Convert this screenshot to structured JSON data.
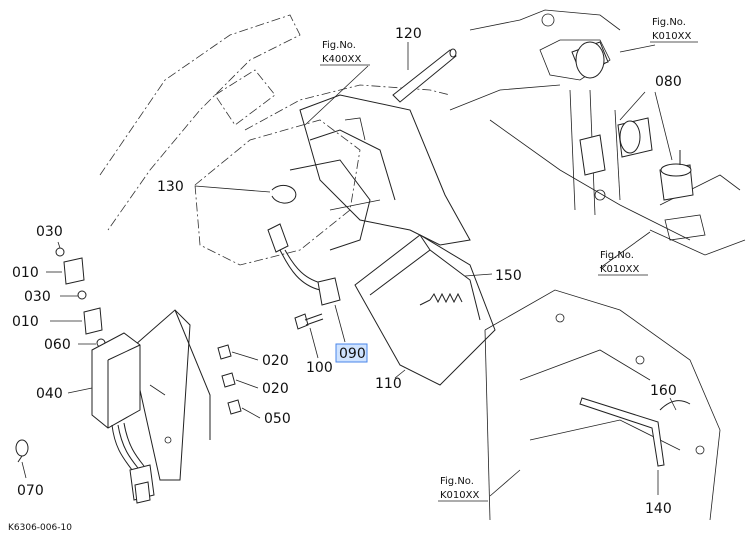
{
  "diagram": {
    "corner_code": "K6306-006-10",
    "highlighted_part": "090",
    "fig_refs": [
      {
        "id": "fig-k400",
        "label": "Fig.No.",
        "code": "K400XX"
      },
      {
        "id": "fig-k010-top",
        "label": "Fig.No.",
        "code": "K010XX"
      },
      {
        "id": "fig-k010-mid",
        "label": "Fig.No.",
        "code": "K010XX"
      },
      {
        "id": "fig-k010-bottom",
        "label": "Fig.No.",
        "code": "K010XX"
      }
    ],
    "parts": [
      "120",
      "080",
      "130",
      "150",
      "030",
      "010",
      "030",
      "010",
      "060",
      "020",
      "100",
      "090",
      "110",
      "040",
      "020",
      "050",
      "160",
      "070",
      "140"
    ]
  }
}
